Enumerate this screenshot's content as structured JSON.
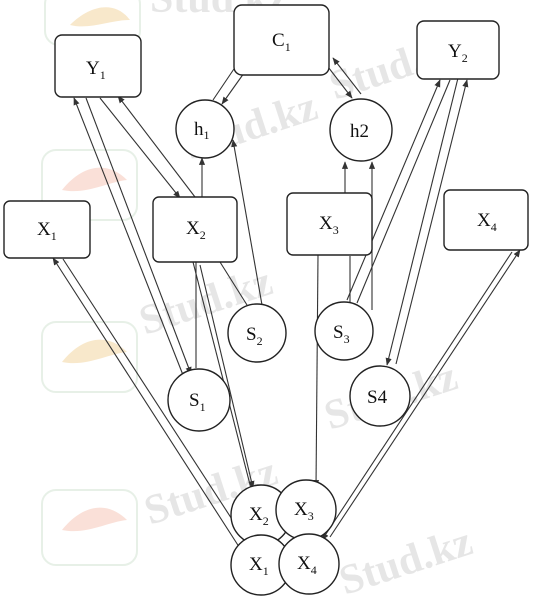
{
  "watermark": {
    "text": "Stud.kz"
  },
  "nodes": {
    "C1": {
      "base": "C",
      "sub": "1"
    },
    "Y1": {
      "base": "Y",
      "sub": "1"
    },
    "Y2": {
      "base": "Y",
      "sub": "2"
    },
    "h1": {
      "base": "h",
      "sub": "1"
    },
    "h2": {
      "base": "h",
      "sub": "2"
    },
    "X1": {
      "base": "X",
      "sub": "1"
    },
    "X2": {
      "base": "X",
      "sub": "2"
    },
    "X3": {
      "base": "X",
      "sub": "3"
    },
    "X4": {
      "base": "X",
      "sub": "4"
    },
    "S1": {
      "base": "S",
      "sub": "1"
    },
    "S2": {
      "base": "S",
      "sub": "2"
    },
    "S3": {
      "base": "S",
      "sub": "3"
    },
    "S4": {
      "base": "S",
      "sub": "4"
    },
    "bX1": {
      "base": "X",
      "sub": "1"
    },
    "bX2": {
      "base": "X",
      "sub": "2"
    },
    "bX3": {
      "base": "X",
      "sub": "3"
    },
    "bX4": {
      "base": "X",
      "sub": "4"
    }
  }
}
